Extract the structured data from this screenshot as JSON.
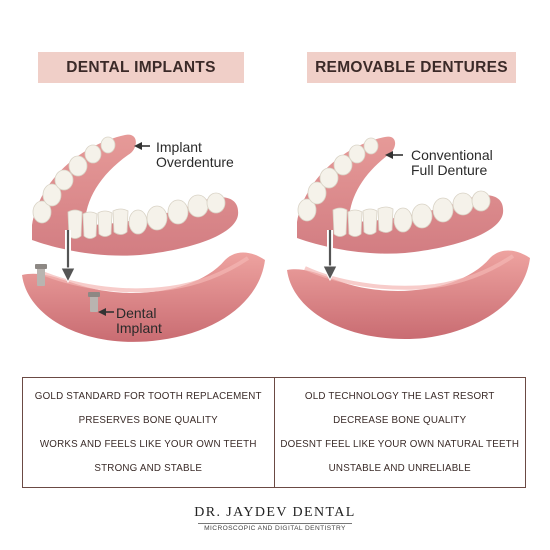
{
  "headers": {
    "left": "DENTAL IMPLANTS",
    "right": "REMOVABLE DENTURES"
  },
  "callouts": {
    "implant_overdenture": [
      "Implant",
      "Overdenture"
    ],
    "dental_implant": [
      "Dental",
      "Implant"
    ],
    "conventional_denture": [
      "Conventional",
      "Full Denture"
    ]
  },
  "comparison": {
    "implants": [
      "GOLD STANDARD FOR TOOTH REPLACEMENT",
      "PRESERVES BONE QUALITY",
      "WORKS AND FEELS LIKE YOUR OWN TEETH",
      "STRONG AND STABLE"
    ],
    "dentures": [
      "OLD TECHNOLOGY THE LAST RESORT",
      "DECREASE BONE QUALITY",
      "DOESNT FEEL LIKE YOUR OWN NATURAL TEETH",
      "UNSTABLE AND UNRELIABLE"
    ]
  },
  "brand": {
    "name": "DR. JAYDEV DENTAL",
    "tagline": "MICROSCOPIC AND DIGITAL DENTISTRY"
  },
  "colors": {
    "header_bg": "#f0cfc8",
    "gum": "#e08f8f",
    "gum_dark": "#c46d72",
    "tooth": "#f5f2ea",
    "border": "#6b4a44"
  }
}
